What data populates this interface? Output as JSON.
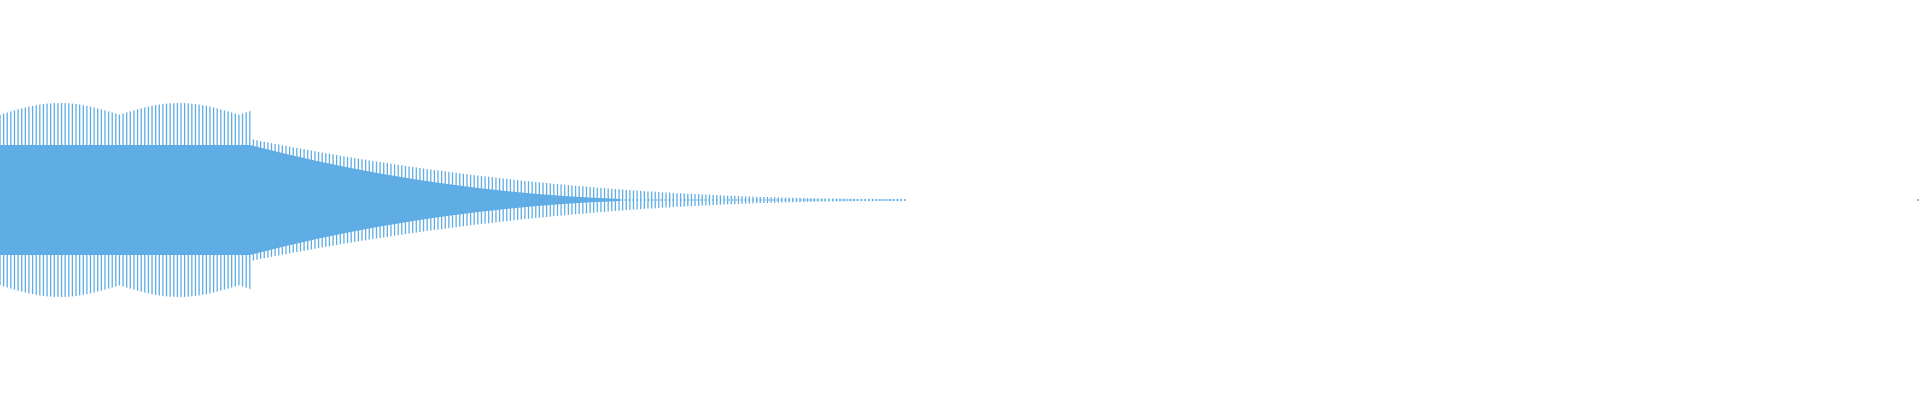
{
  "waveform": {
    "color": "#5fade4",
    "background": "#ffffff",
    "sustain_amplitude": 0.97,
    "decay_ratio": 0.62,
    "tail_amplitude": 0.01,
    "cycles": 250
  }
}
